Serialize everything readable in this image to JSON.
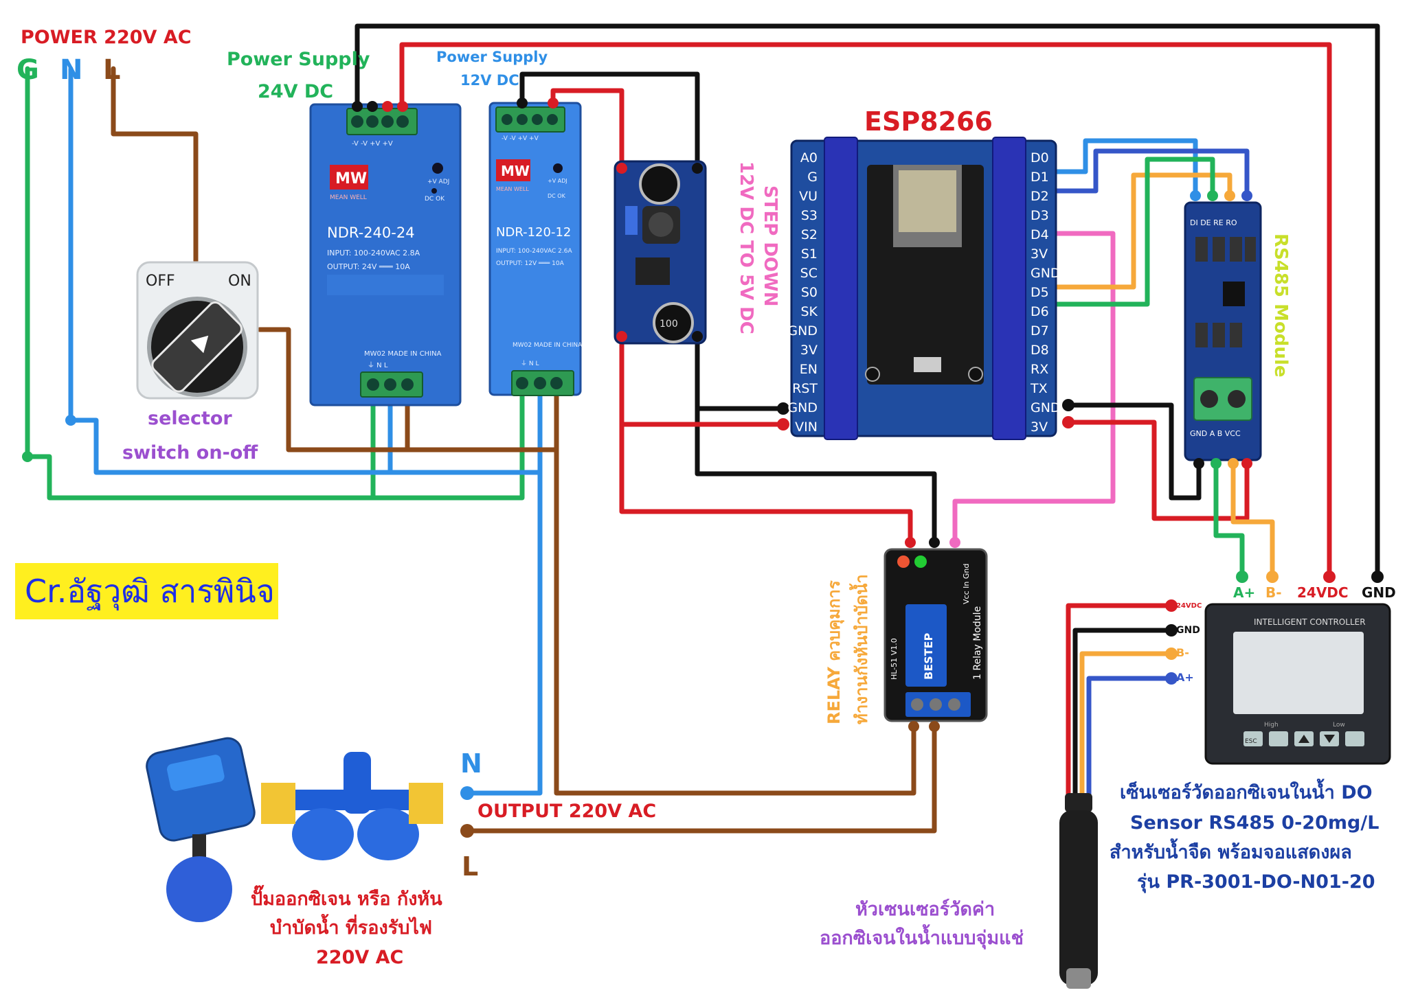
{
  "power": {
    "title": "POWER 220V AC",
    "g": "G",
    "n": "N",
    "l": "L"
  },
  "psu24": {
    "title": "Power Supply",
    "subtitle": "24V DC",
    "model": "NDR-240-24",
    "brand": "MW",
    "brand_sub": "MEAN WELL",
    "input": "INPUT: 100-240VAC  2.8A",
    "output": "OUTPUT:     24V  ═══  10A",
    "terminals_top": "-V  -V  +V  +V",
    "terminals_bottom": "⏚   N   L",
    "made_in": "MW02  MADE IN CHINA",
    "adj": "+V ADJ",
    "dc_ok": "DC OK"
  },
  "psu12": {
    "title": "Power Supply",
    "subtitle": "12V DC",
    "model": "NDR-120-12",
    "brand": "MW",
    "brand_sub": "MEAN WELL",
    "input": "INPUT: 100-240VAC  2.6A",
    "output": "OUTPUT:     12V  ═══  10A",
    "terminals_top": "-V  -V  +V  +V",
    "terminals_bottom": "⏚   N   L",
    "made_in": "MW02  MADE IN CHINA",
    "adj": "+V ADJ",
    "dc_ok": "DC OK"
  },
  "selector": {
    "off": "OFF",
    "on": "ON",
    "label_line1": "selector",
    "label_line2": "switch on-off"
  },
  "stepdown": {
    "label_line1": "STEP DOWN",
    "label_line2": "12V DC TO 5V DC",
    "cap": "100"
  },
  "esp": {
    "title": "ESP8266",
    "left_pins": [
      "A0",
      "G",
      "VU",
      "S3",
      "S2",
      "S1",
      "SC",
      "S0",
      "SK",
      "GND",
      "3V",
      "EN",
      "RST",
      "GND",
      "VIN"
    ],
    "right_pins": [
      "D0",
      "D1",
      "D2",
      "D3",
      "D4",
      "3V",
      "GND",
      "D5",
      "D6",
      "D7",
      "D8",
      "RX",
      "TX",
      "GND",
      "3V"
    ]
  },
  "rs485": {
    "title": "RS485 Module",
    "top_pins": "DI DE RE RO",
    "bottom_pins": "GND  A   B  VCC"
  },
  "relay": {
    "label_line1": "RELAY ควบคุมการ",
    "label_line2": "ทำงานกังหันบำบัดน้ำ",
    "board_label": "1 Relay Module",
    "board_id": "HL-51 V1.0",
    "relay_brand": "BESTEP",
    "pins": "Vcc In Gnd"
  },
  "output": {
    "title": "OUTPUT 220V AC",
    "n": "N",
    "l": "L"
  },
  "controller": {
    "name": "INTELLIGENT CONTROLLER",
    "terminals": [
      "24VDC",
      "GND",
      "B-",
      "A+"
    ],
    "high": "High",
    "low": "Low",
    "key_esc": "ESC"
  },
  "sensor_terms": {
    "a_plus": "A+",
    "b_minus": "B-",
    "v24": "24VDC",
    "gnd": "GND"
  },
  "sensor_desc": [
    "เซ็นเซอร์วัดออกซิเจนในน้ำ DO",
    "Sensor RS485 0-20mg/L",
    "สำหรับน้ำจืด พร้อมจอแสดงผล",
    "รุ่น PR-3001-DO-N01-20"
  ],
  "probe_desc": [
    "หัวเซนเซอร์วัดค่า",
    "ออกซิเจนในน้ำแบบจุ่มแช่"
  ],
  "pump_desc": [
    "ปั๊มออกซิเจน หรือ กังหัน",
    "บำบัดน้ำ ที่รองรับไฟ",
    "220V AC"
  ],
  "credit": "Cr.อัฐวุฒิ สารพินิจ",
  "colors": {
    "ground": "#22b35a",
    "neutral": "#2f8fe6",
    "live": "#8b4a1a",
    "positive": "#d81c24",
    "negative": "#111111",
    "signal_pink": "#f06ac0",
    "signal_orange": "#f6a83a",
    "signal_blue": "#3556c8",
    "module_blue": "#1c3f8f",
    "psu_blue": "#2f6fd0"
  }
}
